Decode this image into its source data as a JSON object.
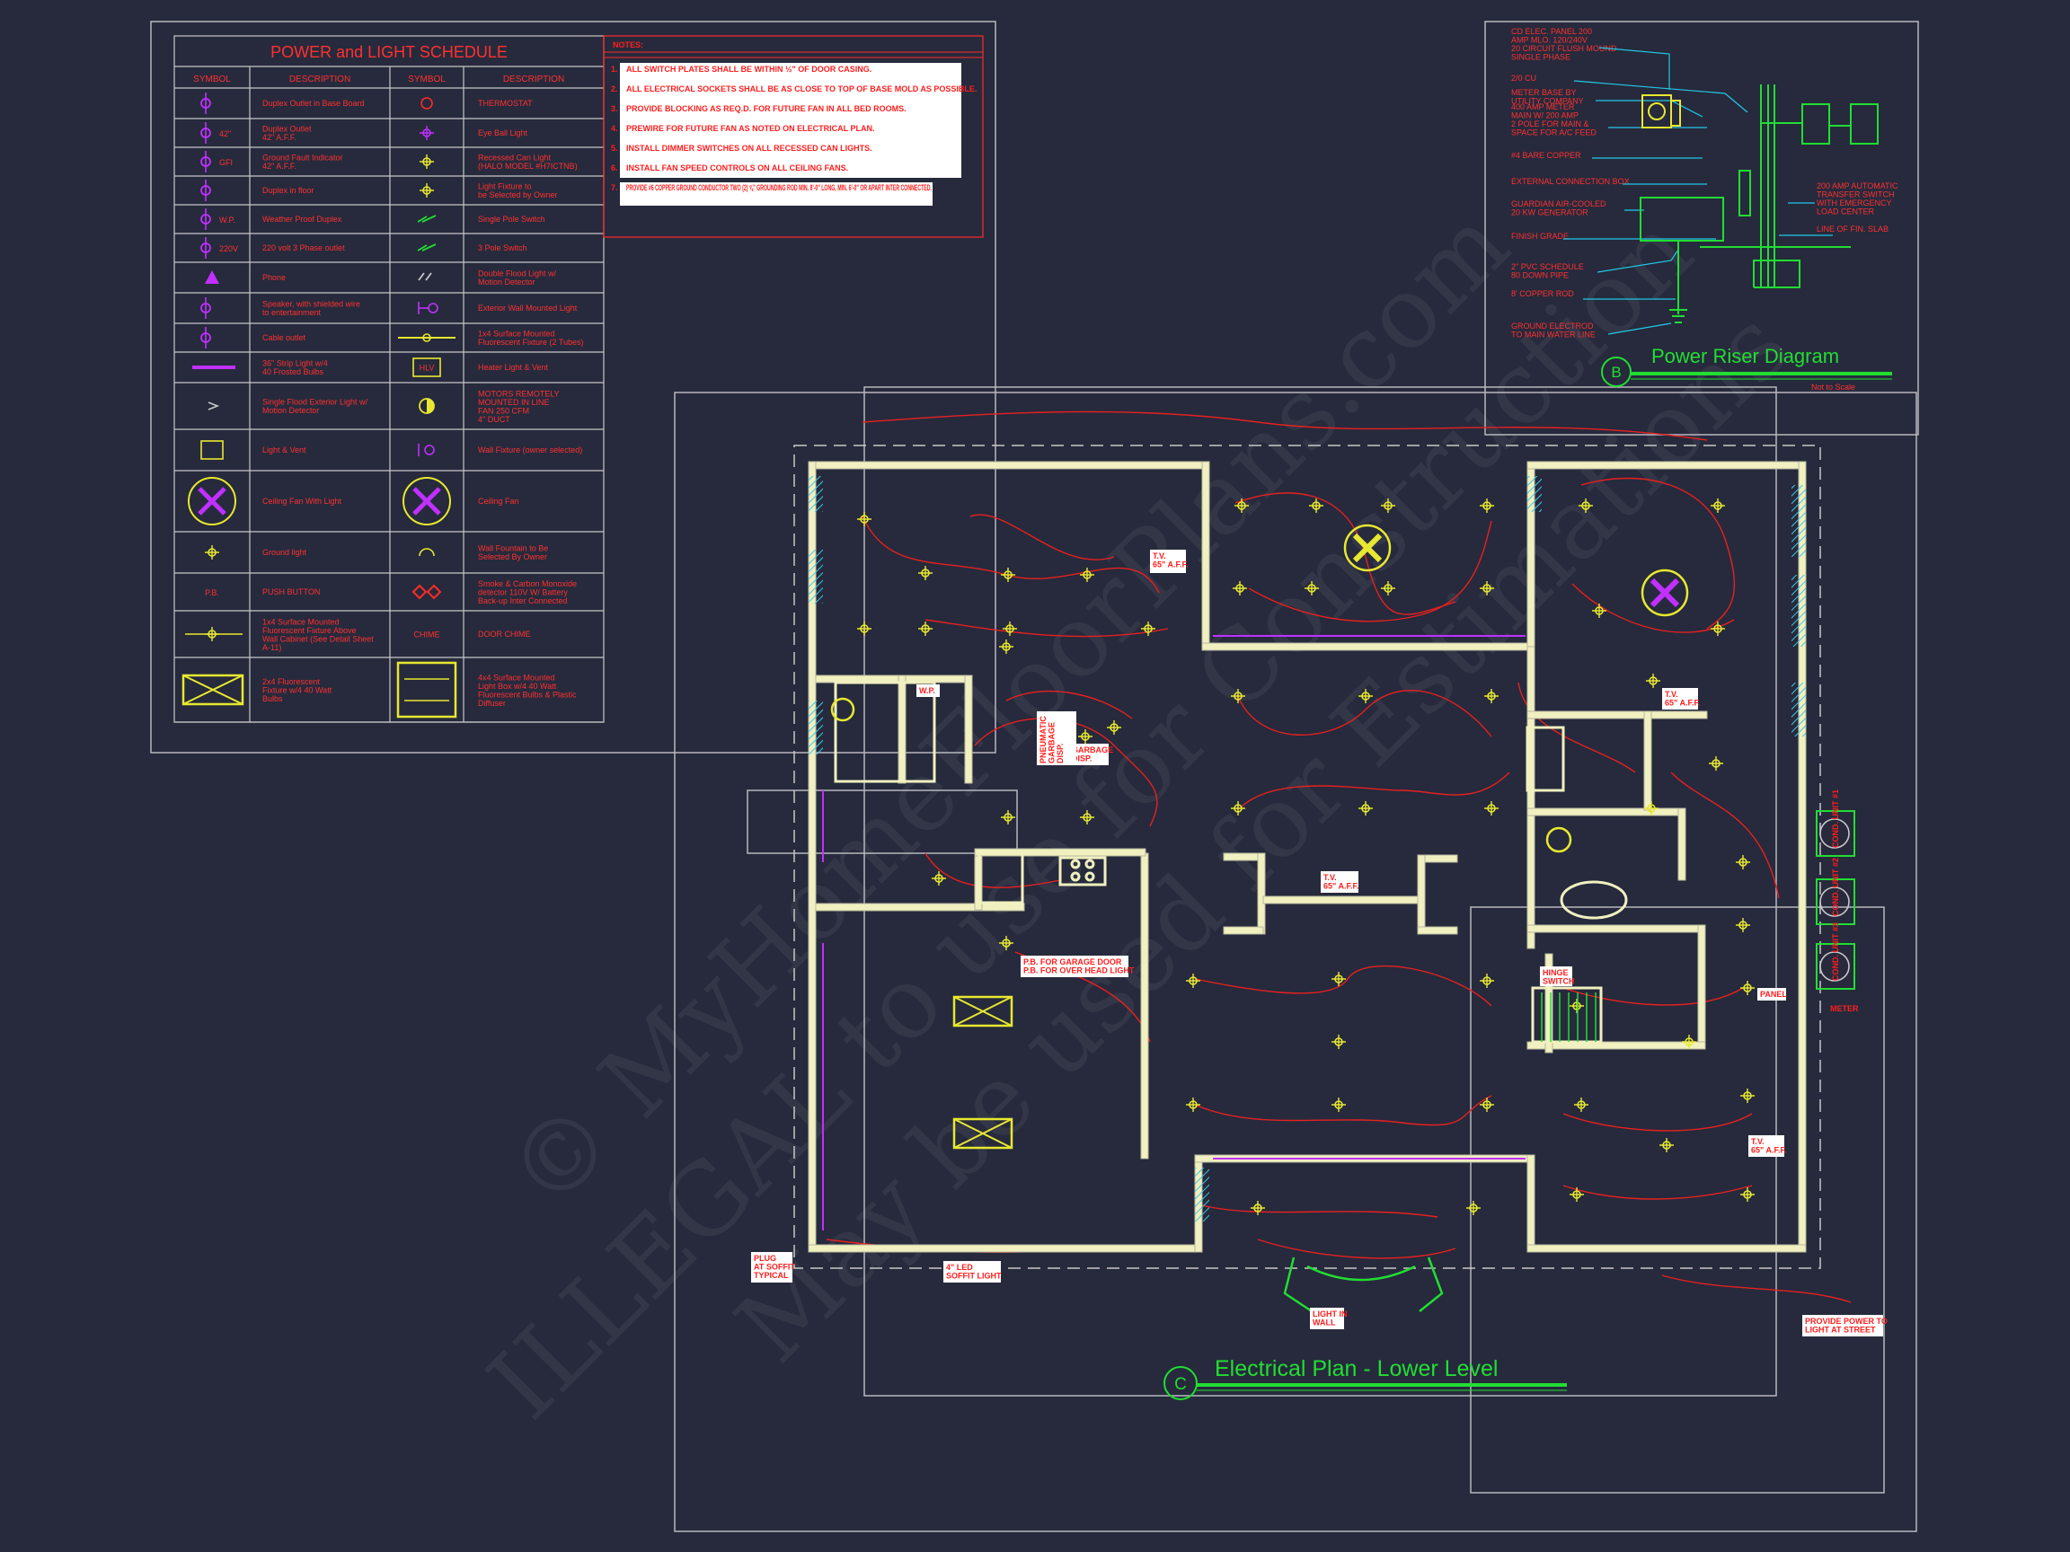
{
  "schedule": {
    "title": "POWER and LIGHT SCHEDULE",
    "headers": [
      "SYMBOL",
      "DESCRIPTION",
      "SYMBOL",
      "DESCRIPTION"
    ],
    "rows": [
      {
        "left_icon": "duplex-outlet-icon",
        "left": [
          "Duplex Outlet in Base Board"
        ],
        "right_icon": "thermostat-icon",
        "right": [
          "THERMOSTAT"
        ]
      },
      {
        "left_icon": "duplex-outlet-42-icon",
        "left": [
          "Duplex Outlet",
          "42\" A.F.F."
        ],
        "right_icon": "eye-ball-light-icon",
        "right": [
          "Eye Ball Light"
        ]
      },
      {
        "left_icon": "gfi-outlet-icon",
        "left": [
          "Ground Fault Indicator",
          "42\" A.F.F."
        ],
        "right_icon": "recessed-can-light-icon",
        "right": [
          "Recessed Can Light",
          "(HALO MODEL #H7ICTNB)"
        ]
      },
      {
        "left_icon": "floor-duplex-icon",
        "left": [
          "Duplex in floor"
        ],
        "right_icon": "light-fixture-icon",
        "right": [
          "Light Fixture to",
          "be Selected by Owner"
        ]
      },
      {
        "left_icon": "weatherproof-duplex-icon",
        "left": [
          "Weather Proof Duplex"
        ],
        "right_icon": "single-pole-switch-icon",
        "right": [
          "Single Pole Switch"
        ]
      },
      {
        "left_icon": "220v-outlet-icon",
        "left": [
          "220 volt 3 Phase outlet"
        ],
        "right_icon": "three-way-switch-icon",
        "right": [
          "3 Pole Switch"
        ]
      },
      {
        "left_icon": "phone-icon",
        "left": [
          "Phone"
        ],
        "right_icon": "flood-light-motion-icon",
        "right": [
          "Double Flood Light w/",
          "Motion Detector"
        ]
      },
      {
        "left_icon": "speaker-icon",
        "left": [
          "Speaker, with shielded wire",
          "to entertainment"
        ],
        "right_icon": "exterior-wall-light-icon",
        "right": [
          "Exterior Wall Mounted Light"
        ]
      },
      {
        "left_icon": "cable-outlet-icon",
        "left": [
          "Cable outlet"
        ],
        "right_icon": "fluorescent-strip-icon",
        "right": [
          "1x4 Surface Mounted",
          "Fluorescent Fixture (2 Tubes)"
        ]
      },
      {
        "left_icon": "strip-light-icon",
        "left": [
          "36\" Strip Light w/4",
          "40 Frosted Bulbs"
        ],
        "right_icon": "heater-light-vent-icon",
        "right": [
          "Heater Light & Vent"
        ]
      },
      {
        "left_icon": "flood-light-icon",
        "left": [
          "Single Flood Exterior Light w/",
          "Motion Detector"
        ],
        "right_icon": "motor-fan-icon",
        "right": [
          "MOTORS REMOTELY",
          "MOUNTED IN LINE",
          "FAN 250 CFM",
          "4\" DUCT"
        ]
      },
      {
        "left_icon": "light-vent-icon",
        "left": [
          "Light & Vent"
        ],
        "right_icon": "wall-fixture-icon",
        "right": [
          "Wall Fixture (owner selected)"
        ]
      },
      {
        "left_icon": "ceiling-fan-light-icon",
        "left": [
          "Ceiling Fan With Light"
        ],
        "right_icon": "ceiling-fan-icon",
        "right": [
          "Ceiling Fan"
        ]
      },
      {
        "left_icon": "ground-light-icon",
        "left": [
          "Ground light"
        ],
        "right_icon": "wall-fountain-icon",
        "right": [
          "Wall Fountain to Be",
          "Selected By Owner"
        ]
      },
      {
        "left_icon": "push-button-icon",
        "left": [
          "PUSH BUTTON"
        ],
        "right_icon": "smoke-detector-icon",
        "right": [
          "Smoke & Carbon Monoxide",
          "detector 110V W/ Battery",
          "Back-up Inter Connected"
        ]
      },
      {
        "left_icon": "surface-fixture-icon",
        "left": [
          "1x4 Surface Mounted",
          "Fluorescent Fixture Above",
          "Wall Cabinet (See Detail Sheet",
          "A-11)"
        ],
        "right_icon": "chime-icon",
        "right": [
          "DOOR CHIME"
        ]
      },
      {
        "left_icon": "fluorescent-fixture-icon",
        "left": [
          "2x4 Fluorescent",
          "Fixture w/4 40 Watt",
          "Bulbs"
        ],
        "right_icon": "led-box-icon",
        "right": [
          "4x4 Surface Mounted",
          "Light Box w/4 40 Watt",
          "Fluorescent Bulbs & Plastic",
          "Diffuser"
        ]
      }
    ],
    "left_marks": [
      "",
      "42\"",
      "GFI",
      "",
      "W.P.",
      "220V",
      "",
      "",
      "",
      "",
      "",
      "",
      "",
      "",
      "P.B.",
      "",
      ""
    ],
    "right_marks": [
      "",
      "",
      "",
      "",
      "",
      "",
      "",
      "",
      "",
      "HLV",
      "",
      "",
      "",
      "",
      "",
      "CHIME",
      ""
    ]
  },
  "notes": {
    "title": "NOTES:",
    "items": [
      "ALL SWITCH PLATES SHALL BE WITHIN ½\" OF DOOR CASING.",
      "ALL ELECTRICAL SOCKETS SHALL BE AS CLOSE TO TOP OF BASE MOLD AS POSSIBLE.",
      "PROVIDE BLOCKING AS REQ.D. FOR FUTURE FAN IN ALL BED ROOMS.",
      "PREWIRE FOR FUTURE FAN AS NOTED ON ELECTRICAL PLAN.",
      "INSTALL DIMMER SWITCHES ON ALL RECESSED CAN LIGHTS.",
      "INSTALL FAN SPEED CONTROLS ON ALL CEILING FANS.",
      "PROVIDE #6 COPPER GROUND CONDUCTOR TWO (2) ⅝\" GROUNDING ROD MIN. 8'-0\" LONG, MIN. 6'-0\" OR APART INTER CONNECTED."
    ]
  },
  "riser": {
    "title": "Power Riser Diagram",
    "marker": "B",
    "scale": "Not to Scale",
    "labels": [
      [
        "CD ELEC. PANEL 200",
        "AMP MLO. 120/240V",
        "20 CIRCUIT FLUSH MOUND",
        "SINGLE PHASE"
      ],
      [
        "2/0 CU"
      ],
      [
        "METER BASE BY",
        "UTILITY COMPANY"
      ],
      [
        "400 AMP METER",
        "MAIN W/ 200 AMP",
        "2 POLE FOR MAIN &",
        "SPACE FOR A/C FEED"
      ],
      [
        "#4 BARE COPPER"
      ],
      [
        "EXTERNAL CONNECTION BOX"
      ],
      [
        "GUARDIAN AIR-COOLED",
        "20 KW GENERATOR"
      ],
      [
        "FINISH GRADE"
      ],
      [
        "2\" PVC SCHEDULE",
        "80 DOWN PIPE"
      ],
      [
        "8' COPPER ROD"
      ],
      [
        "GROUND ELECTROD",
        "TO MAIN WATER LINE"
      ]
    ],
    "right_labels": [
      [
        "200 AMP AUTOMATIC",
        "TRANSFER SWITCH",
        "WITH EMERGENCY",
        "LOAD CENTER"
      ],
      [
        "LINE OF FIN. SLAB"
      ]
    ]
  },
  "plan": {
    "title": "Electrical Plan - Lower Level",
    "marker": "C",
    "tags": {
      "tv1": [
        "T.V.",
        "65\" A.F.F."
      ],
      "wp": [
        "W.P."
      ],
      "tv2": [
        "T.V.",
        "65\" A.F.F."
      ],
      "garbage": [
        "GARBAGE",
        "DISP."
      ],
      "pneumatic": [
        "PNEUMATIC",
        "GARBAGE",
        "DISP."
      ],
      "tv3": [
        "T.V.",
        "65\" A.F.F."
      ],
      "pb_garage": [
        "P.B. FOR GARAGE DOOR",
        "P.B. FOR OVER HEAD LIGHT"
      ],
      "hinge": [
        "HINGE",
        "SWITCH"
      ],
      "panel": [
        "PANEL"
      ],
      "meter": [
        "METER"
      ],
      "tv4": [
        "T.V.",
        "65\" A.F.F."
      ],
      "plug": [
        "PLUG",
        "AT SOFFIT",
        "TYPICAL"
      ],
      "led": [
        "4\" LED",
        "SOFFIT LIGHT"
      ],
      "light_wall": [
        "LIGHT IN",
        "WALL"
      ],
      "provide_power": [
        "PROVIDE POWER TO",
        "LIGHT AT STREET"
      ]
    },
    "units": [
      "COND. UNIT #1",
      "COND. UNIT #2",
      "COND. UNIT #3"
    ]
  },
  "watermark": [
    "© MyHomeFloorPlans.com",
    "ILLEGAL to use for Construction",
    "May be used for Estimations"
  ],
  "colors": {
    "background": "#262a3c",
    "linework": "#c8c8c8",
    "red": "#ff2a2a",
    "green": "#22dd33",
    "yellow": "#e8e830",
    "magenta": "#d030ff",
    "wall": "#f0f0c0",
    "cyan": "#22c8e8"
  }
}
